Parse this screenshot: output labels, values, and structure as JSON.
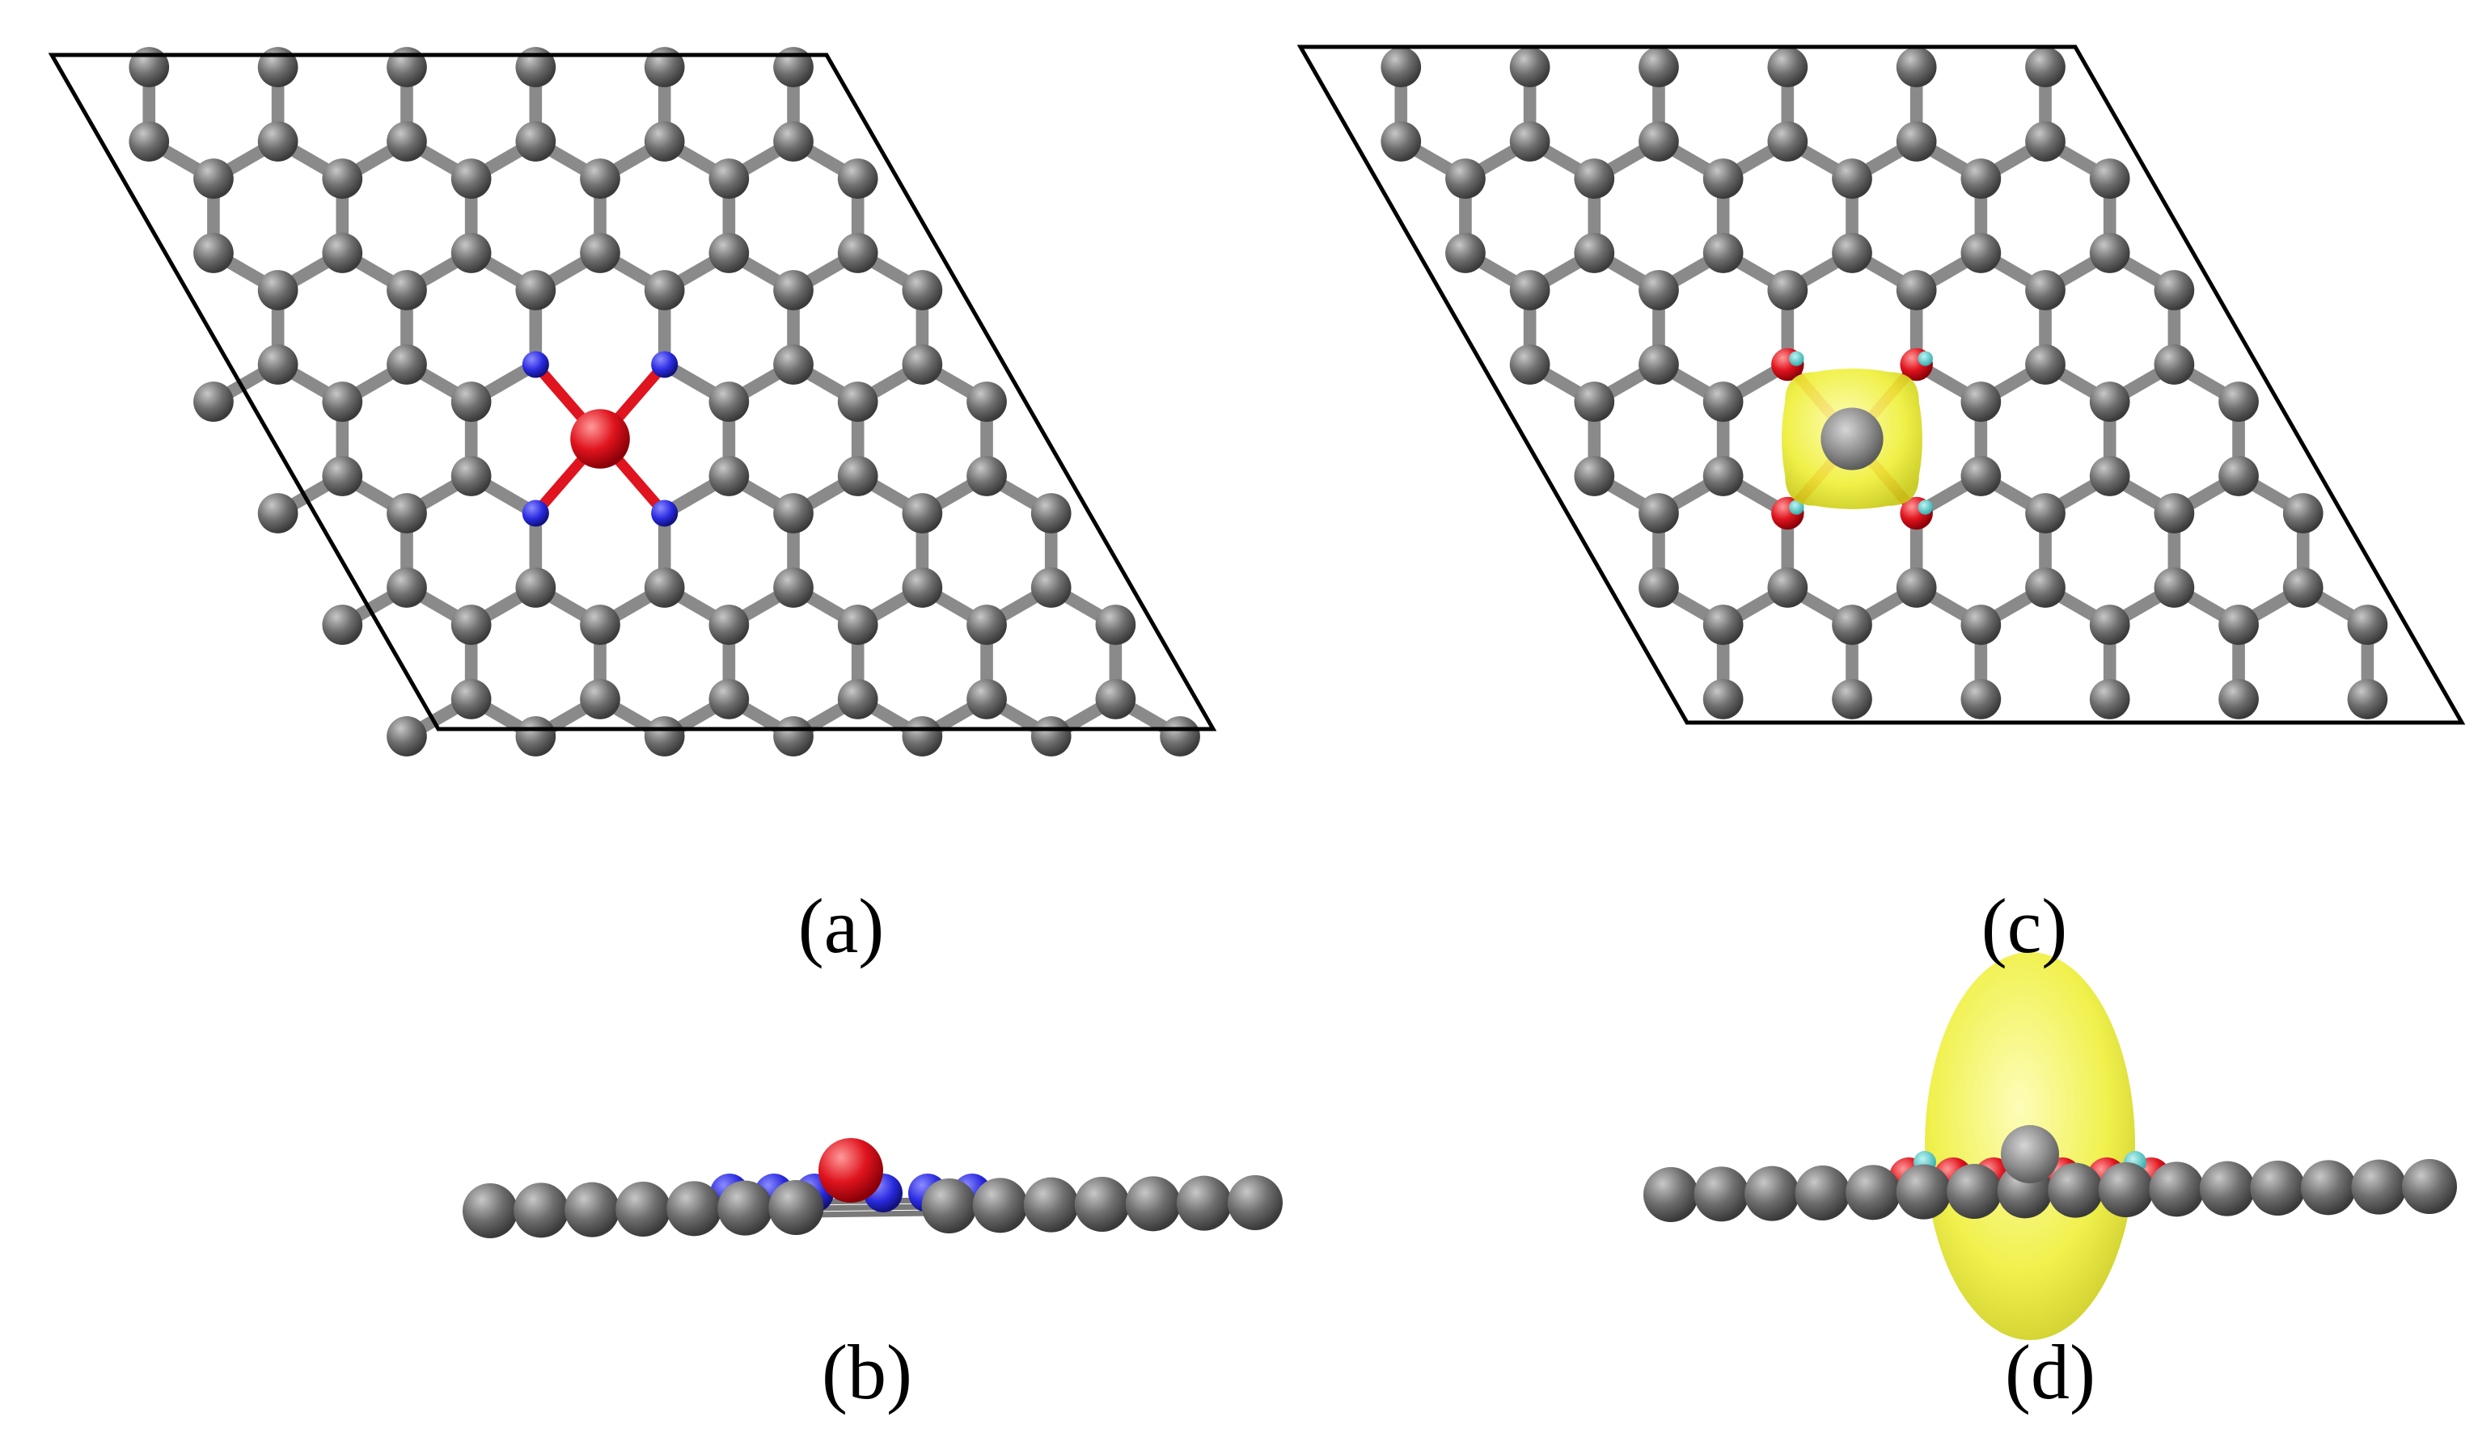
{
  "figure": {
    "panels": [
      {
        "id": "a",
        "label": "(a)",
        "view": "top",
        "isosurface": false
      },
      {
        "id": "b",
        "label": "(b)",
        "view": "side",
        "isosurface": false
      },
      {
        "id": "c",
        "label": "(c)",
        "view": "top",
        "isosurface": true
      },
      {
        "id": "d",
        "label": "(d)",
        "view": "side",
        "isosurface": true
      }
    ]
  },
  "colors": {
    "background": "#ffffff",
    "cell_outline": "#000000",
    "carbon_atom": "#6e6e6e",
    "carbon_bond": "#8a8a8a",
    "nitrogen_atom": "#2a2ae0",
    "metal_atom": "#e0141e",
    "coordination_bond": "#e0141e",
    "isosurface_yellow": "#efef3a",
    "isosurface_cyan": "#3cc8c8"
  }
}
